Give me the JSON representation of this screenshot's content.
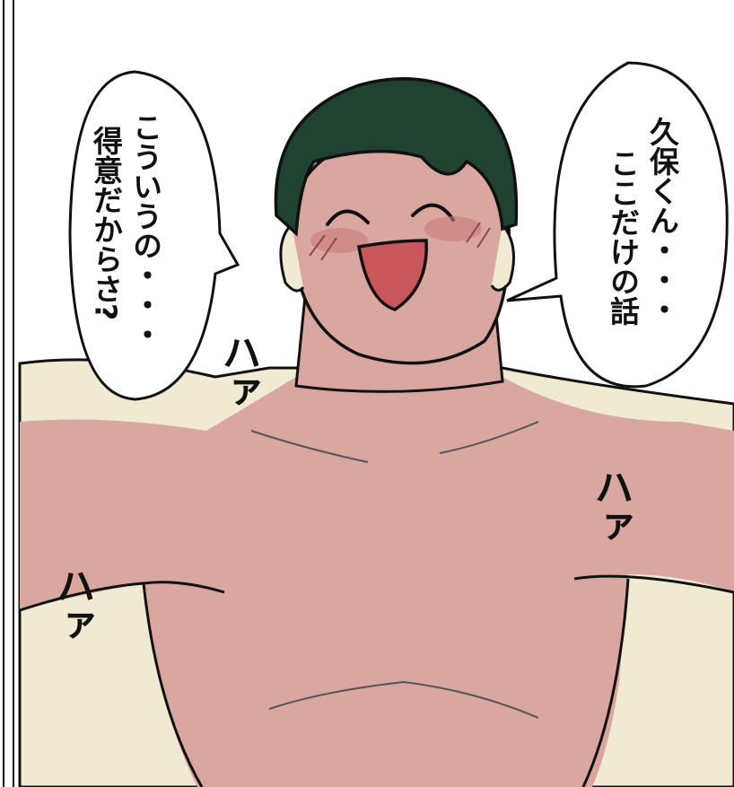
{
  "colors": {
    "skin": "#d9a6a0",
    "skin_shadow": "#f1ead2",
    "hair": "#1f4231",
    "outline": "#111111",
    "blush": "#c97b78",
    "mouth": "#c8565a",
    "background": "#ffffff"
  },
  "bubbles": {
    "right": {
      "col1": "久保くん・・・",
      "col2": "ここだけの話"
    },
    "left": {
      "col1": "こういうの・・・",
      "col2": "得意だからさ?"
    }
  },
  "sfx": {
    "a": "ハァ",
    "b": "ハァ",
    "c": "ハァ"
  }
}
